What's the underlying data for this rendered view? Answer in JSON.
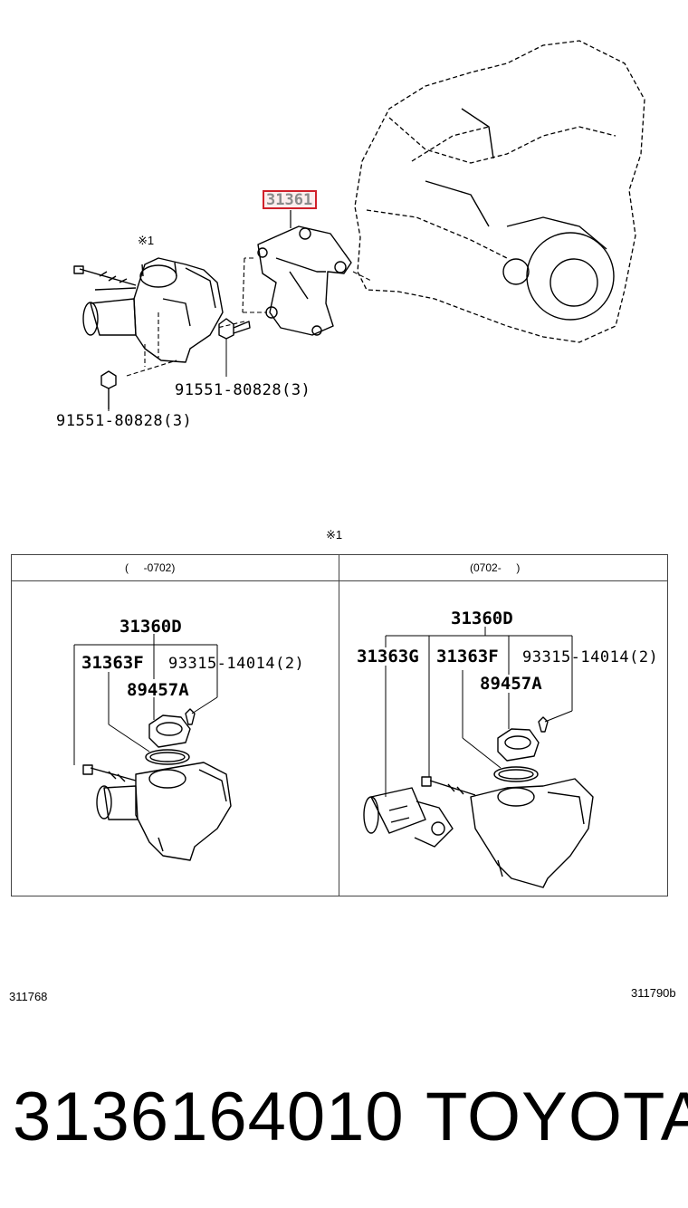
{
  "main_diagram": {
    "highlighted_part": "31361",
    "mark_note": "※1",
    "bolt_right": "91551-80828(3)",
    "bolt_left": "91551-80828(3)"
  },
  "section_marker": "※1",
  "table": {
    "left_header": "(     -0702)",
    "right_header": "(0702-     )",
    "left": {
      "assembly": "31360D",
      "part_a": "31363F",
      "part_b": "93315-14014(2)",
      "part_c": "89457A"
    },
    "right": {
      "assembly": "31360D",
      "part_g": "31363G",
      "part_a": "31363F",
      "part_b": "93315-14014(2)",
      "part_c": "89457A"
    }
  },
  "ref_left": "311768",
  "ref_right": "311790b",
  "footer": {
    "part_number": "3136164010",
    "brand": "TOYOTA"
  }
}
